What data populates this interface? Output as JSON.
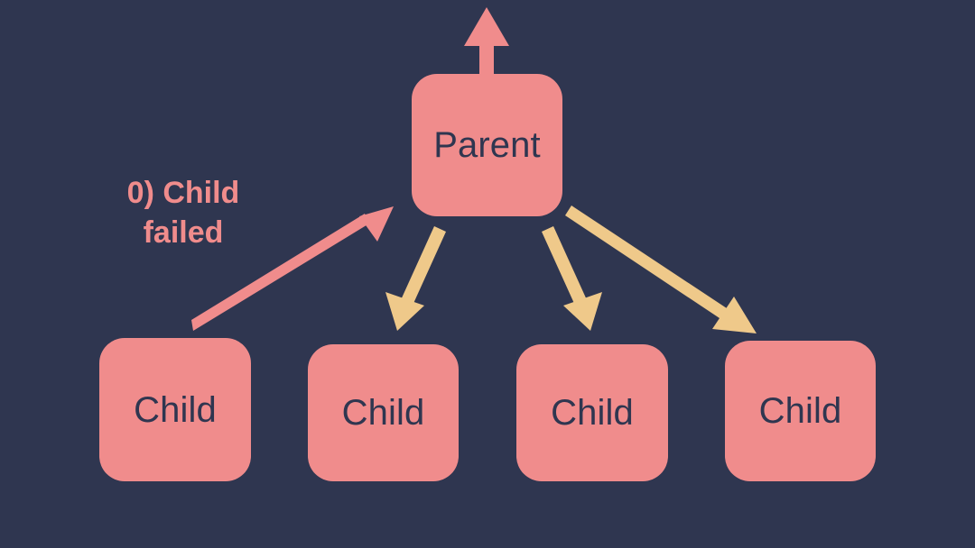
{
  "diagram": {
    "title_text": "",
    "background_color": "#2f3650",
    "node_fill_color": "#f08c8c",
    "node_text_color": "#2f3650",
    "failure_edge_color": "#f08c8c",
    "normal_edge_color": "#efc98a",
    "parent": {
      "label": "Parent"
    },
    "children": [
      {
        "label": "Child"
      },
      {
        "label": "Child"
      },
      {
        "label": "Child"
      },
      {
        "label": "Child"
      }
    ],
    "annotations": [
      {
        "id": "child-failed",
        "text": "0) Child\nfailed",
        "color": "#f08c8c"
      }
    ],
    "edges": [
      {
        "id": "parent-to-supervisor",
        "from": "parent",
        "to": "above",
        "color": "#f08c8c",
        "direction": "up"
      },
      {
        "id": "child-0-to-parent",
        "from": "child-0",
        "to": "parent",
        "color": "#f08c8c",
        "direction": "up-right"
      },
      {
        "id": "parent-to-child-1",
        "from": "parent",
        "to": "child-1",
        "color": "#efc98a",
        "direction": "down-left"
      },
      {
        "id": "parent-to-child-2",
        "from": "parent",
        "to": "child-2",
        "color": "#efc98a",
        "direction": "down-right"
      },
      {
        "id": "parent-to-child-3",
        "from": "parent",
        "to": "child-3",
        "color": "#efc98a",
        "direction": "down-right"
      }
    ]
  }
}
